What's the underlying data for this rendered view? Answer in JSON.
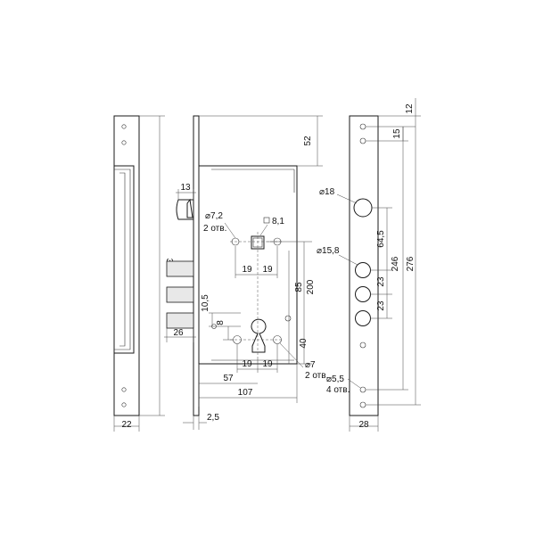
{
  "labels": {
    "d_300": "300",
    "d_22": "22",
    "d_13": "13",
    "d_26": "26",
    "d_52": "52",
    "d_diam72": "⌀7,2",
    "d_2otv_a": "2 отв.",
    "d_sq81": "8,1",
    "d_19a": "19",
    "d_19b": "19",
    "d_105": "10,5",
    "d_8": "8",
    "d_85": "85",
    "d_200": "200",
    "d_40": "40",
    "d_19c": "19",
    "d_19d": "19",
    "d_57": "57",
    "d_107": "107",
    "d_25": "2,5",
    "d_diam7": "⌀7",
    "d_2otv_b": "2 отв.",
    "d_diam55": "⌀5,5",
    "d_4otv": "4 отв.",
    "d_diam18": "⌀18",
    "d_diam158": "⌀15,8",
    "d_645": "64,5",
    "d_23a": "23",
    "d_23b": "23",
    "d_246": "246",
    "d_276": "276",
    "d_12": "12",
    "d_15": "15",
    "d_28": "28"
  }
}
